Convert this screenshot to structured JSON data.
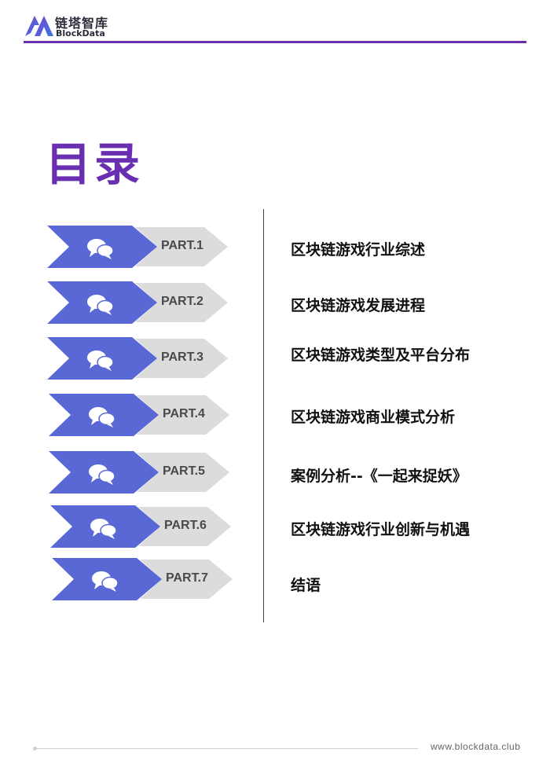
{
  "header": {
    "logo_cn": "链塔智库",
    "logo_en": "BlockData",
    "accent_color": "#6a2fb1"
  },
  "title": "目录",
  "toc": [
    {
      "part": "PART.1",
      "text": "区块链游戏行业综述",
      "icon": "chat-bubbles-icon"
    },
    {
      "part": "PART.2",
      "text": "区块链游戏发展进程",
      "icon": "chat-bubbles-icon"
    },
    {
      "part": "PART.3",
      "text": "区块链游戏类型及平台分布",
      "icon": "chat-bubbles-icon"
    },
    {
      "part": "PART.4",
      "text": "区块链游戏商业模式分析",
      "icon": "chat-bubbles-icon"
    },
    {
      "part": "PART.5",
      "text": "案例分析--《一起来捉妖》",
      "icon": "chat-bubbles-icon"
    },
    {
      "part": "PART.6",
      "text": "区块链游戏行业创新与机遇",
      "icon": "chat-bubbles-icon"
    },
    {
      "part": "PART.7",
      "text": "结语",
      "icon": "chat-bubbles-icon"
    }
  ],
  "colors": {
    "chevron_blue": "#5a68d6",
    "chevron_gray": "#dcdcdc",
    "title_purple": "#6a2fb1"
  },
  "footer": {
    "url": "www.blockdata.club"
  }
}
